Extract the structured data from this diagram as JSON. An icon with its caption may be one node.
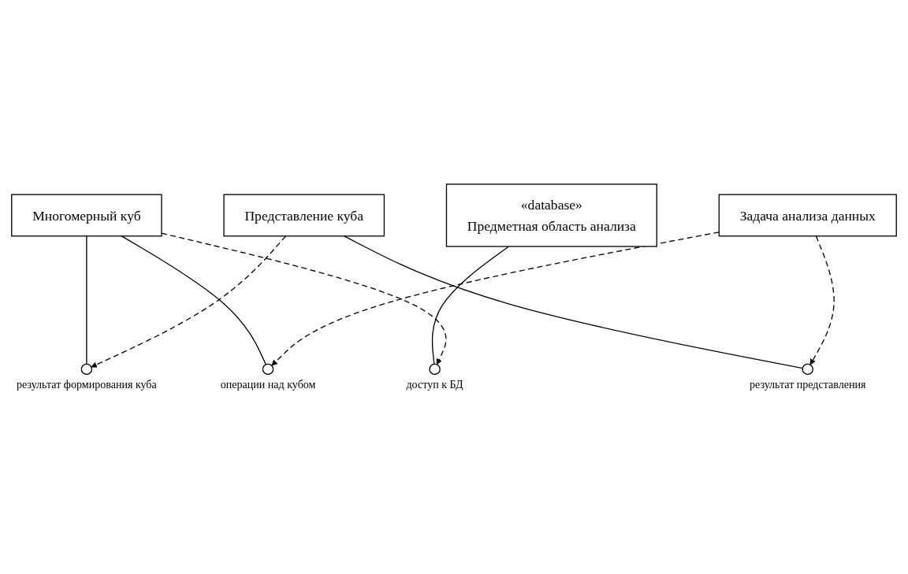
{
  "diagram": {
    "nodes": [
      {
        "text": [
          "Многомерный куб"
        ]
      },
      {
        "text": [],
        "shape": "circle",
        "beside": [
          "результат формирования куба"
        ]
      },
      {
        "text": [],
        "shape": "circle",
        "beside": [
          "операции над кубом"
        ]
      },
      {
        "text": [
          "Представление куба"
        ]
      },
      {
        "text": [],
        "shape": "circle",
        "beside": [
          "результат представления"
        ]
      },
      {
        "text": [
          "Задача анализа данных"
        ]
      },
      {
        "text": [
          "«database»",
          "Предметная область анализа"
        ]
      },
      {
        "text": [],
        "shape": "circle",
        "beside": [
          "доступ к БД"
        ]
      }
    ],
    "edges": [
      {
        "from": 0,
        "to": 1,
        "arrow": "none"
      },
      {
        "from": 0,
        "to": 2,
        "arrow": "none"
      },
      {
        "from": 3,
        "to": 4,
        "arrow": "none"
      },
      {
        "from": 6,
        "to": 7,
        "arrow": "none"
      },
      {
        "from": 3,
        "to": 1,
        "arrow": "to",
        "style": "dashed"
      },
      {
        "from": 5,
        "to": 2,
        "arrow": "to",
        "style": "dashed"
      },
      {
        "from": 5,
        "to": 4,
        "arrow": "to",
        "style": "dashed"
      },
      {
        "from": 0,
        "to": 7,
        "arrow": "to",
        "style": "dashed"
      }
    ]
  }
}
